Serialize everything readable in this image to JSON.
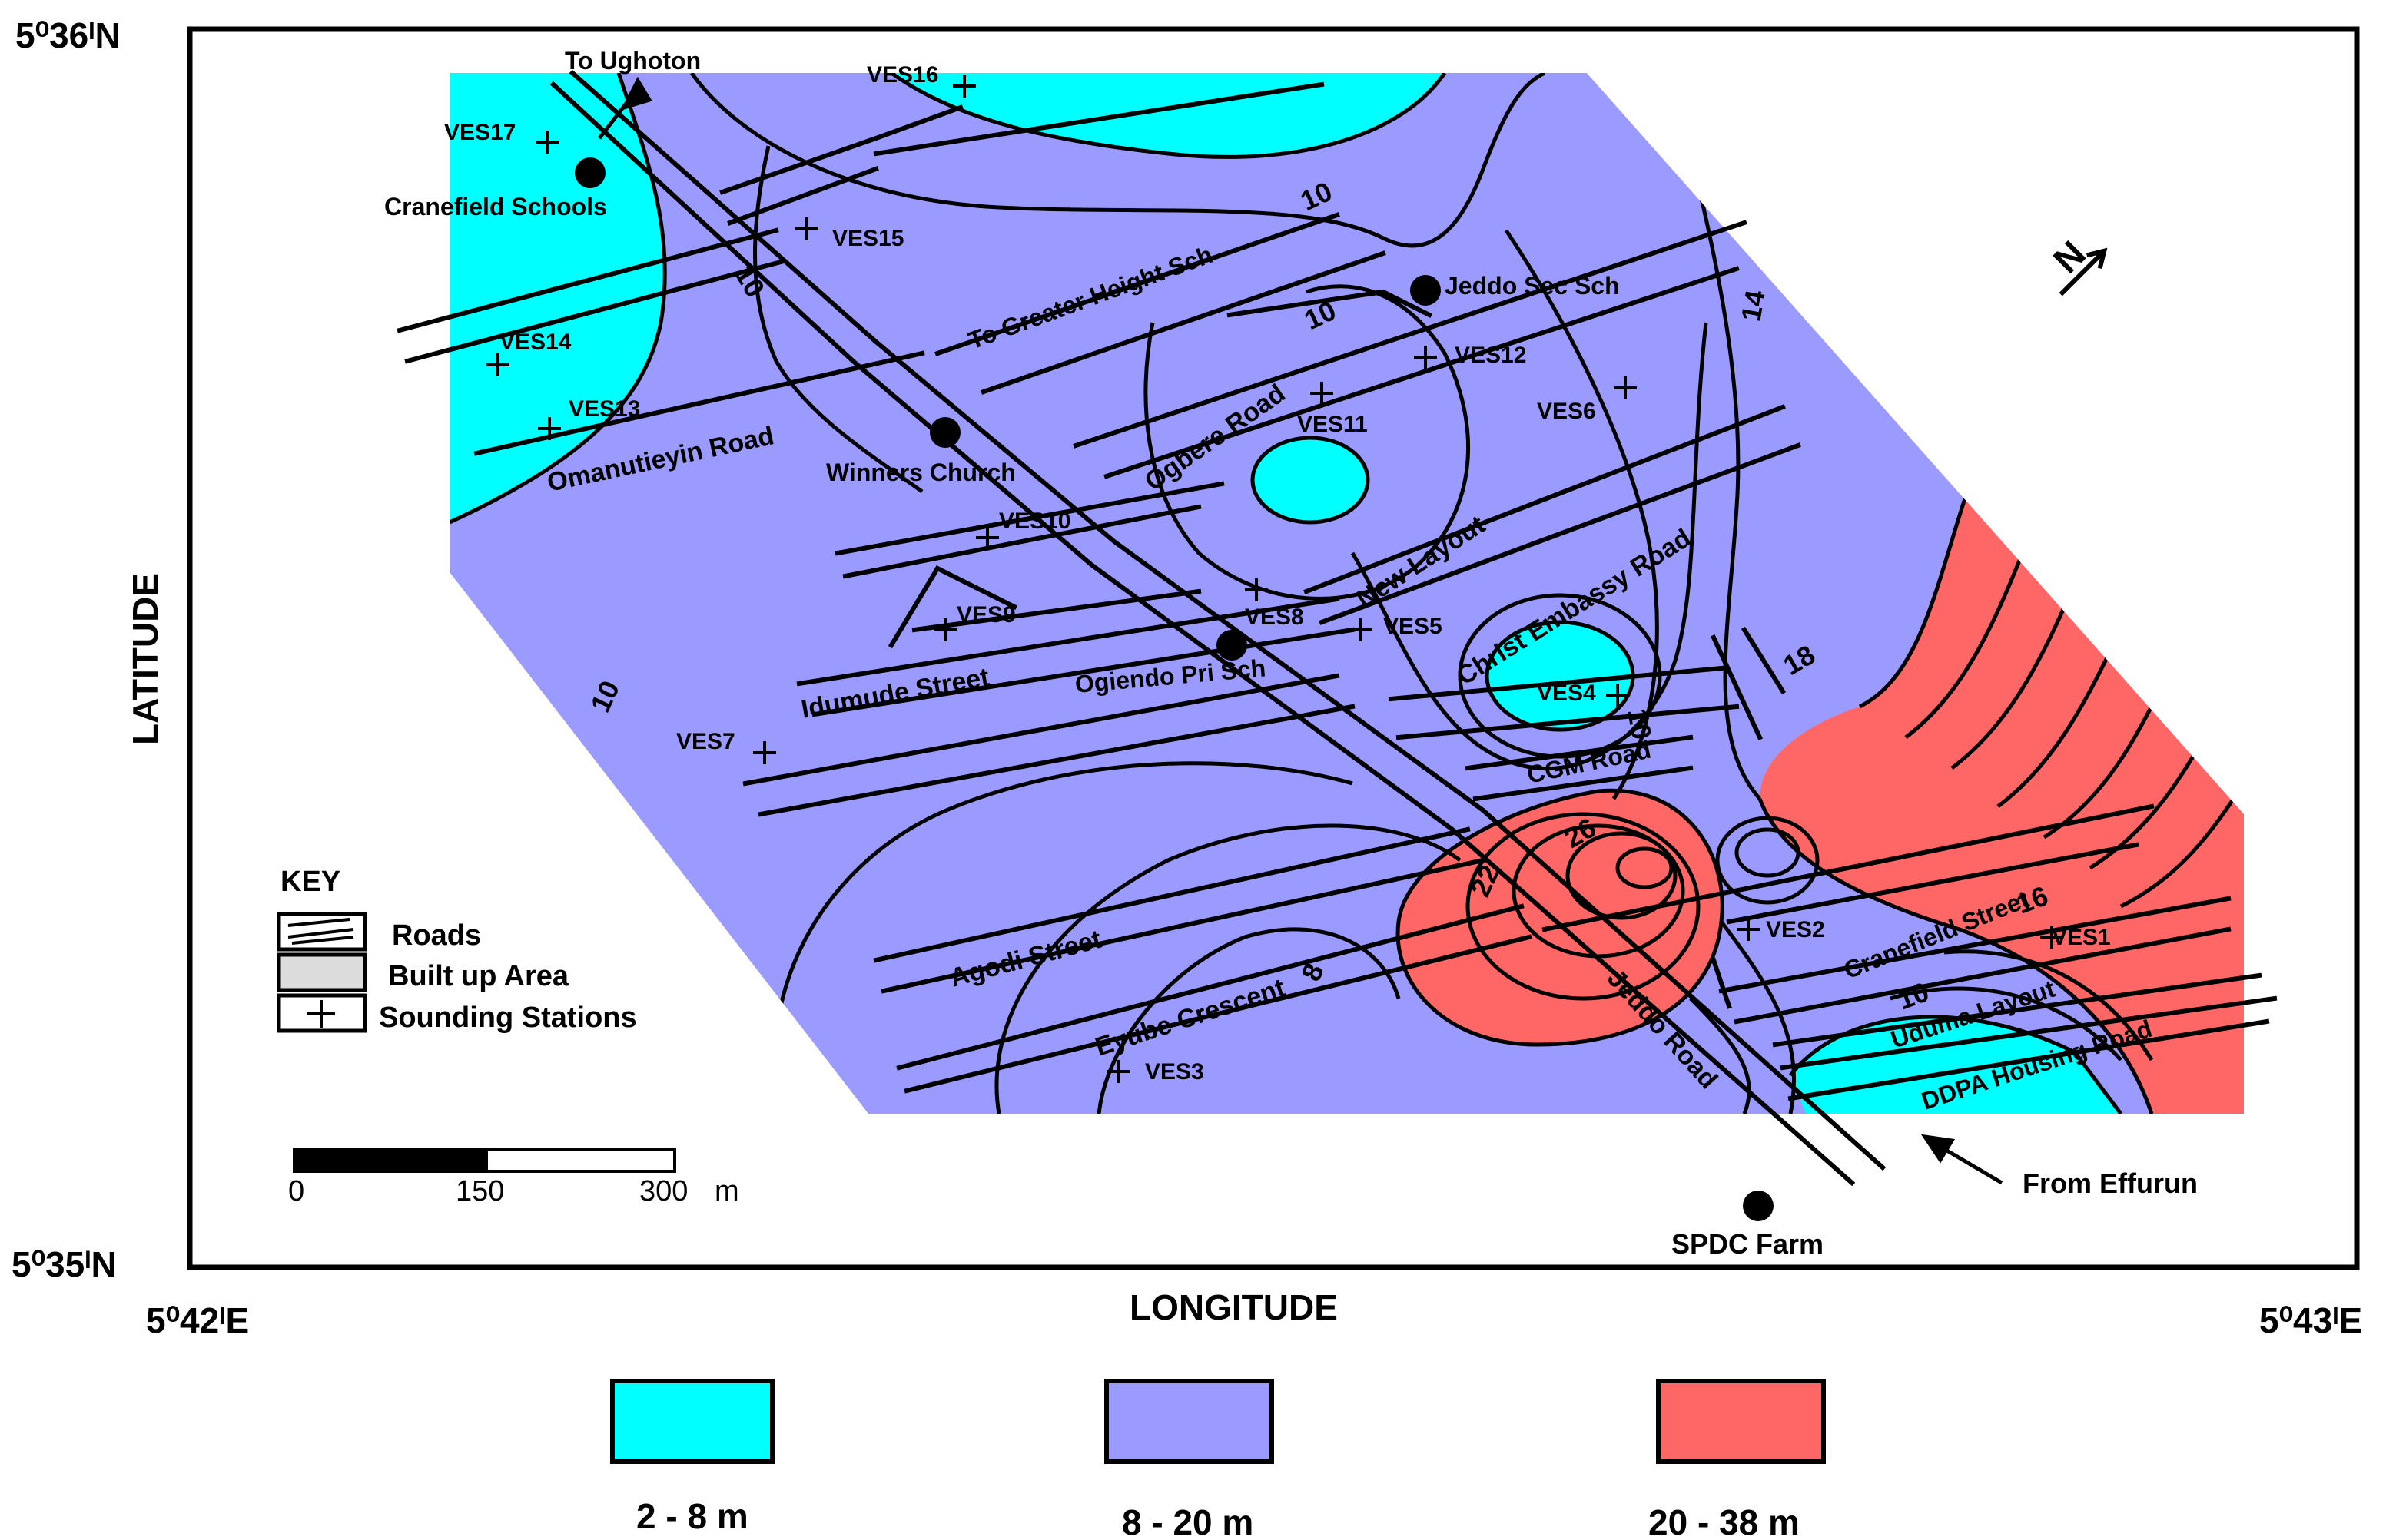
{
  "coordinates": {
    "lat_top": "5⁰36ᴵN",
    "lat_bottom": "5⁰35ᴵN",
    "lon_left": "5⁰42ᴵE",
    "lon_right": "5⁰43ᴵE"
  },
  "axes": {
    "x_title": "LONGITUDE",
    "y_title": "LATITUDE"
  },
  "places": {
    "to_ughoton": "To Ughoton",
    "cranefield_schools": "Cranefield Schools",
    "jeddo_sec_sch": "Jeddo Sec Sch",
    "winners_church": "Winners Church",
    "ogiendo_pri_sch": "Ogiendo Pri Sch",
    "spdc_farm": "SPDC Farm",
    "from_effurun": "From Effurun"
  },
  "roads": {
    "to_greater_height_sch": "To Greater Height Sch",
    "omanutieyin_road": "Omanutieyin Road",
    "ogbere_road": "Ogbere Road",
    "new_layout": "New Layout",
    "christ_embassy_road": "Christ Embassy Road",
    "idumude_street": "Idumude Street",
    "cgm_road": "CGM Road",
    "agodi_street": "Agodi Street",
    "eyube_crescent": "Eyube Crescent",
    "jeddo_road": "Jeddo Road",
    "cranefield_street": "Cranefield Street",
    "uduma_layout": "Uduma Layout",
    "ddpa_housing_road": "DDPA Housing Road"
  },
  "stations": {
    "ves1": "VES1",
    "ves2": "VES2",
    "ves3": "VES3",
    "ves4": "VES4",
    "ves5": "VES5",
    "ves6": "VES6",
    "ves7": "VES7",
    "ves8": "VES8",
    "ves9": "VES9",
    "ves10": "VES10",
    "ves11": "VES11",
    "ves12": "VES12",
    "ves13": "VES13",
    "ves14": "VES14",
    "ves15": "VES15",
    "ves16": "VES16",
    "ves17": "VES17"
  },
  "contour_labels": {
    "c10a": "10",
    "c10b": "10",
    "c10c": "10",
    "c10d": "10",
    "c10e": "10",
    "c14": "14",
    "c18": "18",
    "c26": "26",
    "c22": "22",
    "c16": "16",
    "c8": "8",
    "c10f": "10"
  },
  "key": {
    "title": "KEY",
    "roads": "Roads",
    "built_up_area": "Built up Area",
    "sounding_stations": "Sounding Stations"
  },
  "scale": {
    "tick0": "0",
    "tick1": "150",
    "tick2": "300",
    "unit": "m"
  },
  "legend": [
    {
      "label": "2 - 8 m",
      "color": "#00ffff"
    },
    {
      "label": "8 - 20 m",
      "color": "#9b9bff"
    },
    {
      "label": "20 - 38  m",
      "color": "#ff6666"
    }
  ]
}
